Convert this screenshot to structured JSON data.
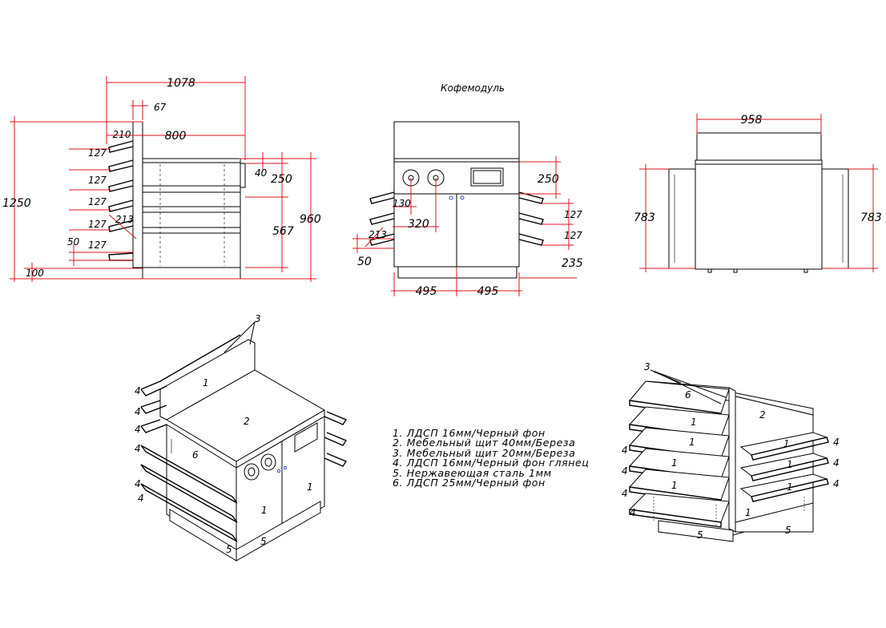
{
  "title": "Кофемодуль",
  "side_view": {
    "dims": {
      "d1078": "1078",
      "d67": "67",
      "d210": "210",
      "d800": "800",
      "d1250": "1250",
      "d127a": "127",
      "d127b": "127",
      "d127c": "127",
      "d127d": "127",
      "d127e": "127",
      "d213": "213",
      "d50": "50",
      "d100": "100",
      "d40": "40",
      "d250": "250",
      "d567": "567",
      "d960": "960"
    }
  },
  "front_view": {
    "dims": {
      "d250": "250",
      "d130": "130",
      "d320": "320",
      "d213": "213",
      "d50": "50",
      "d127a": "127",
      "d127b": "127",
      "d235": "235",
      "d495a": "495",
      "d495b": "495"
    }
  },
  "top_view": {
    "dims": {
      "d958": "958",
      "d783a": "783",
      "d783b": "783"
    }
  },
  "iso_left_callouts": {
    "c3": "3",
    "c1": "1",
    "c2": "2",
    "c6": "6",
    "c4a": "4",
    "c4b": "4",
    "c4c": "4",
    "c4d": "4",
    "c4e": "4",
    "c4f": "4",
    "c1b": "1",
    "c1c": "1",
    "c5a": "5",
    "c5b": "5"
  },
  "iso_right_callouts": {
    "c3": "3",
    "c6": "6",
    "c2": "2",
    "c1a": "1",
    "c1b": "1",
    "c1c": "1",
    "c1d": "1",
    "c1e": "1",
    "c1f": "1",
    "c1g": "1",
    "c1h": "1",
    "c4a": "4",
    "c4b": "4",
    "c4c": "4",
    "c4d": "4",
    "c4e": "4",
    "c4f": "4",
    "c4g": "4",
    "c5a": "5",
    "c5b": "5"
  },
  "legend": [
    "1.  ЛДСП  16мм/Черный  фон",
    "2.  Мебельный  щит  40мм/Береза",
    "3.  Мебельный  щит  20мм/Береза",
    "4.  ЛДСП  16мм/Черный  фон  глянец",
    "5.  Нержавеющая  сталь  1мм",
    "6.  ЛДСП  25мм/Черный  фон"
  ]
}
